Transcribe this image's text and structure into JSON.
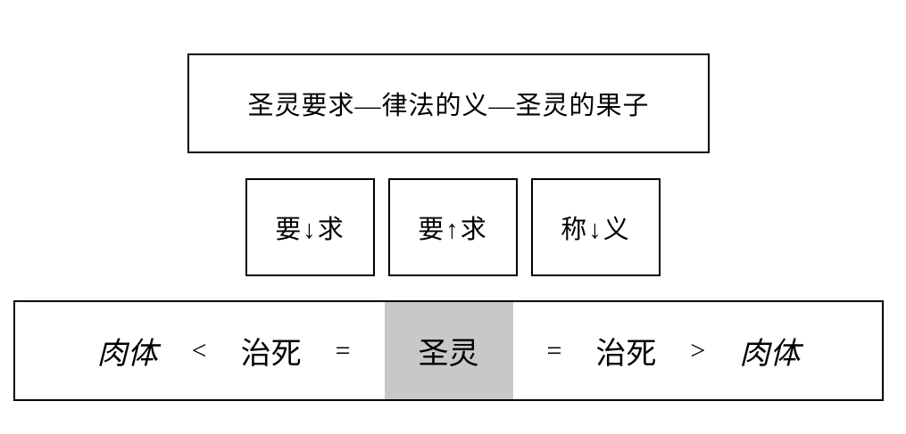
{
  "top_box": {
    "label": "圣灵要求—律法的义—圣灵的果子"
  },
  "middle_boxes": [
    {
      "label": "要↓求"
    },
    {
      "label": "要↑求"
    },
    {
      "label": "称↓义"
    }
  ],
  "bottom_row": {
    "highlight_color": "#c8c8c8",
    "items": [
      {
        "text": "肉体"
      },
      {
        "text": "<"
      },
      {
        "text": "治死"
      },
      {
        "text": "="
      },
      {
        "text": "圣灵"
      },
      {
        "text": "="
      },
      {
        "text": "治死"
      },
      {
        "text": ">"
      },
      {
        "text": "肉体"
      }
    ]
  }
}
